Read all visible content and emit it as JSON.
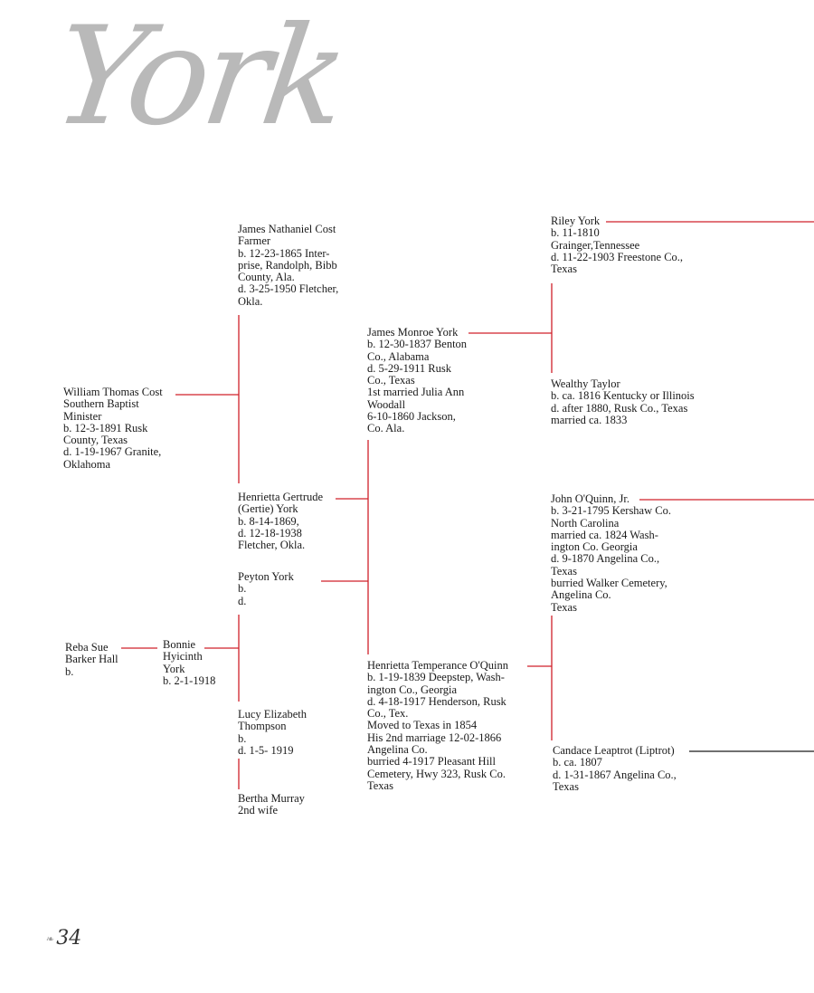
{
  "title": "York",
  "page_number": "34",
  "line_colors": {
    "primary": "#d0202a",
    "secondary": "#1a1a1a"
  },
  "people": {
    "william": [
      "William Thomas Cost",
      "Southern Baptist",
      "Minister",
      "b. 12-3-1891 Rusk",
      "County, Texas",
      "d. 1-19-1967 Granite,",
      "Oklahoma"
    ],
    "reba": [
      "Reba Sue",
      "Barker Hall",
      "b."
    ],
    "bonnie": [
      "Bonnie",
      "Hyicinth",
      "York",
      "b. 2-1-1918"
    ],
    "james_nathaniel": [
      "James Nathaniel Cost",
      "Farmer",
      "b. 12-23-1865 Inter-",
      "prise, Randolph, Bibb",
      "County, Ala.",
      "d. 3-25-1950 Fletcher,",
      "Okla."
    ],
    "henrietta_gertrude": [
      "Henrietta Gertrude",
      "(Gertie) York",
      "b. 8-14-1869,",
      "d. 12-18-1938",
      "Fletcher, Okla."
    ],
    "peyton": [
      "Peyton York",
      "b.",
      "d."
    ],
    "lucy": [
      "Lucy Elizabeth",
      "Thompson",
      "b.",
      "d. 1-5- 1919"
    ],
    "bertha": [
      "Bertha Murray",
      "2nd wife"
    ],
    "james_monroe": [
      "James Monroe York",
      "b. 12-30-1837 Benton",
      "Co., Alabama",
      "d. 5-29-1911 Rusk",
      "Co., Texas",
      "1st married Julia Ann",
      "Woodall",
      "6-10-1860 Jackson,",
      "Co. Ala."
    ],
    "henrietta_temperance": [
      "Henrietta Temperance O'Quinn",
      "b. 1-19-1839 Deepstep, Wash-",
      "ington Co., Georgia",
      "d. 4-18-1917 Henderson, Rusk",
      "Co., Tex.",
      "Moved to Texas in 1854",
      "His 2nd marriage 12-02-1866",
      "Angelina Co.",
      "burried 4-1917 Pleasant Hill",
      "Cemetery, Hwy 323, Rusk Co.",
      "Texas"
    ],
    "riley": [
      "Riley York",
      "b. 11-1810",
      "Grainger,Tennessee",
      "d. 11-22-1903 Freestone Co.,",
      "Texas"
    ],
    "wealthy": [
      "Wealthy Taylor",
      "b. ca. 1816 Kentucky or Illinois",
      "d. after 1880, Rusk Co., Texas",
      "married ca. 1833"
    ],
    "john": [
      "John O'Quinn, Jr.",
      "b. 3-21-1795 Kershaw Co.",
      "North Carolina",
      "married ca. 1824 Wash-",
      "ington Co. Georgia",
      "d. 9-1870 Angelina Co.,",
      "Texas",
      "burried Walker Cemetery,",
      "Angelina Co.",
      "Texas"
    ],
    "candace": [
      "Candace Leaptrot (Liptrot)",
      "b. ca. 1807",
      "d. 1-31-1867 Angelina Co.,",
      "Texas"
    ]
  }
}
